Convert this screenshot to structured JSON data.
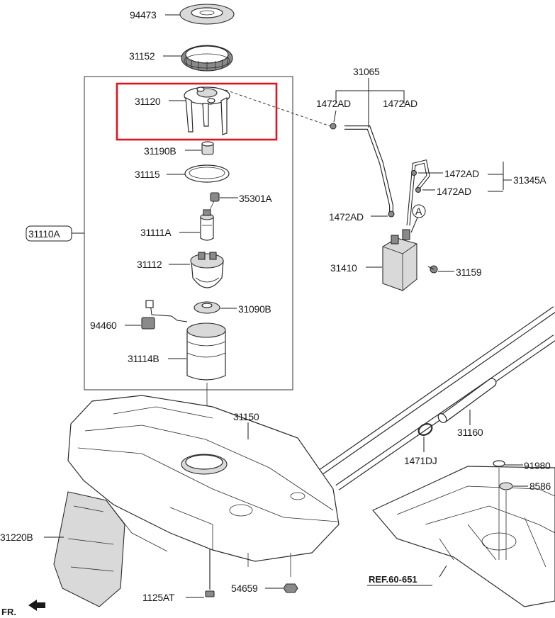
{
  "diagram": {
    "highlight_color": "#e0141e",
    "labels": {
      "p94473": "94473",
      "p31152": "31152",
      "p31120": "31120",
      "p31190B": "31190B",
      "p31115": "31115",
      "p35301A": "35301A",
      "p31111A": "31111A",
      "p31110A": "31110A",
      "p31112": "31112",
      "p31090B": "31090B",
      "p94460": "94460",
      "p31114B": "31114B",
      "p31065": "31065",
      "p1472AD_a": "1472AD",
      "p1472AD_b": "1472AD",
      "p1472AD_c": "1472AD",
      "p1472AD_d": "1472AD",
      "p1472AD_e": "1472AD",
      "p31345A": "31345A",
      "p31410": "31410",
      "p31159": "31159",
      "callout_A": "A",
      "p31150": "31150",
      "p31160": "31160",
      "p1471DJ": "1471DJ",
      "p91980": "91980",
      "p8586": "8586",
      "p31220B": "31220B",
      "p1125AT": "1125AT",
      "p54659": "54659",
      "ref": "REF.60-651",
      "front": "FR."
    }
  }
}
